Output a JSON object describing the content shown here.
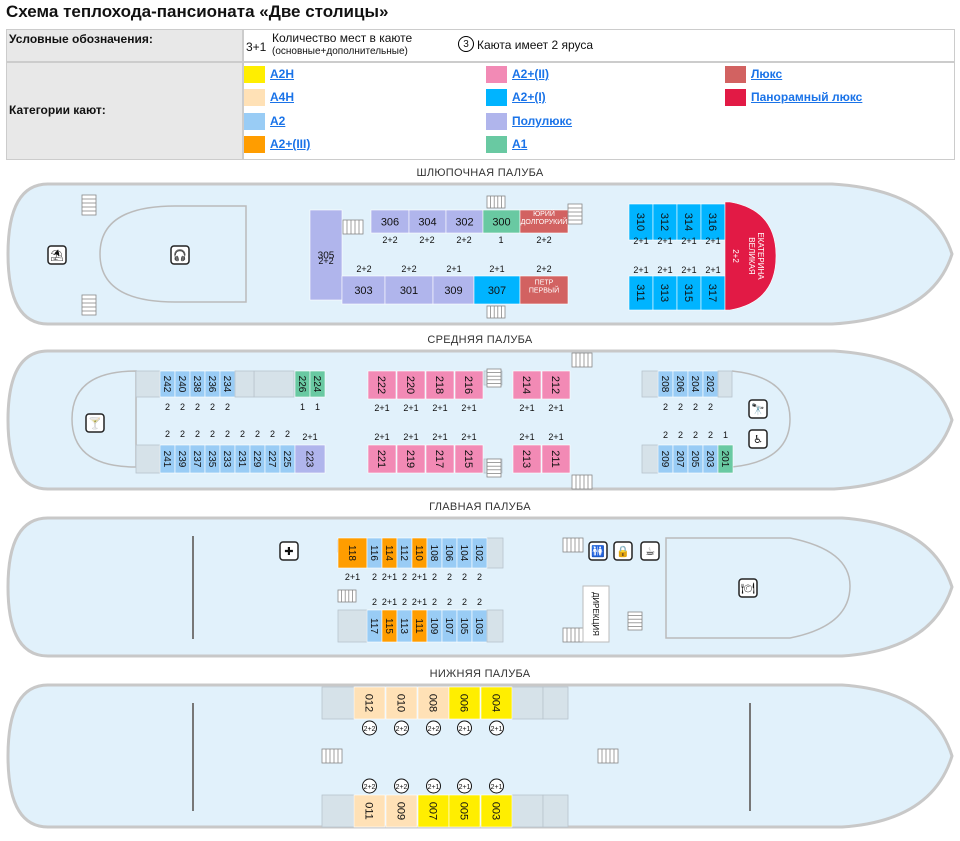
{
  "title": "Схема теплохода-пансионата «Две столицы»",
  "legend": {
    "label": "Условные обозначения:",
    "cap_example": "3+1",
    "cap_text": "Количество мест в каюте",
    "cap_sub": "(основные+дополнительные)",
    "tier_num": "3",
    "tier_text": "Каюта имеет 2 яруса",
    "cat_label": "Категории кают:",
    "categories": [
      {
        "name": "A2H",
        "color": "#ffee00"
      },
      {
        "name": "A4H",
        "color": "#ffe1b6"
      },
      {
        "name": "A2",
        "color": "#99ccf5"
      },
      {
        "name": "A2+(III)",
        "color": "#ff9d00"
      },
      {
        "name": "A2+(II)",
        "color": "#f28ab5"
      },
      {
        "name": "A2+(I)",
        "color": "#00b4ff"
      },
      {
        "name": "Полулюкс",
        "color": "#b0b5ec"
      },
      {
        "name": "A1",
        "color": "#69c9a2"
      },
      {
        "name": "Люкс",
        "color": "#d26261"
      },
      {
        "name": "Панорамный люкс",
        "color": "#e21a45"
      }
    ]
  },
  "decks": [
    {
      "name": "ШЛЮПОЧНАЯ ПАЛУБА",
      "cabins": [
        {
          "num": "305",
          "cat": "Полулюкс",
          "cap": "2+2"
        },
        {
          "num": "306",
          "cat": "Полулюкс",
          "cap": "2+2"
        },
        {
          "num": "304",
          "cat": "Полулюкс",
          "cap": "2+2"
        },
        {
          "num": "302",
          "cat": "Полулюкс",
          "cap": "2+2"
        },
        {
          "num": "300",
          "cat": "A1",
          "cap": "1"
        },
        {
          "num": "ЮРИЙ ДОЛГОРУКИЙ",
          "cat": "Люкс",
          "cap": "2+2"
        },
        {
          "num": "303",
          "cat": "Полулюкс",
          "cap": "2+2"
        },
        {
          "num": "301",
          "cat": "Полулюкс",
          "cap": "2+2"
        },
        {
          "num": "309",
          "cat": "Полулюкс",
          "cap": "2+1"
        },
        {
          "num": "307",
          "cat": "A2+(I)",
          "cap": "2+1"
        },
        {
          "num": "ПЕТР ПЕРВЫЙ",
          "cat": "Люкс",
          "cap": "2+2"
        },
        {
          "num": "310",
          "cat": "A2+(I)",
          "cap": "2+1"
        },
        {
          "num": "312",
          "cat": "A2+(I)",
          "cap": "2+1"
        },
        {
          "num": "314",
          "cat": "A2+(I)",
          "cap": "2+1"
        },
        {
          "num": "316",
          "cat": "A2+(I)",
          "cap": "2+1"
        },
        {
          "num": "311",
          "cat": "A2+(I)",
          "cap": "2+1"
        },
        {
          "num": "313",
          "cat": "A2+(I)",
          "cap": "2+1"
        },
        {
          "num": "315",
          "cat": "A2+(I)",
          "cap": "2+1"
        },
        {
          "num": "317",
          "cat": "A2+(I)",
          "cap": "2+1"
        },
        {
          "num": "ЕКАТЕРИНА ВЕЛИКАЯ",
          "cat": "Панорамный люкс",
          "cap": "2+2"
        }
      ]
    },
    {
      "name": "СРЕДНЯЯ ПАЛУБА",
      "cabins": [
        {
          "num": "242",
          "cat": "A2",
          "cap": "2"
        },
        {
          "num": "240",
          "cat": "A2",
          "cap": "2"
        },
        {
          "num": "238",
          "cat": "A2",
          "cap": "2"
        },
        {
          "num": "236",
          "cat": "A2",
          "cap": "2"
        },
        {
          "num": "234",
          "cat": "A2",
          "cap": "2"
        },
        {
          "num": "226",
          "cat": "A1",
          "cap": "1"
        },
        {
          "num": "224",
          "cat": "A1",
          "cap": "1"
        },
        {
          "num": "241",
          "cat": "A2",
          "cap": "2"
        },
        {
          "num": "239",
          "cat": "A2",
          "cap": "2"
        },
        {
          "num": "237",
          "cat": "A2",
          "cap": "2"
        },
        {
          "num": "235",
          "cat": "A2",
          "cap": "2"
        },
        {
          "num": "233",
          "cat": "A2",
          "cap": "2"
        },
        {
          "num": "231",
          "cat": "A2",
          "cap": "2"
        },
        {
          "num": "229",
          "cat": "A2",
          "cap": "2"
        },
        {
          "num": "227",
          "cat": "A2",
          "cap": "2"
        },
        {
          "num": "225",
          "cat": "A2",
          "cap": "2"
        },
        {
          "num": "223",
          "cat": "Полулюкс",
          "cap": "2+1"
        },
        {
          "num": "222",
          "cat": "A2+(II)",
          "cap": "2+1"
        },
        {
          "num": "220",
          "cat": "A2+(II)",
          "cap": "2+1"
        },
        {
          "num": "218",
          "cat": "A2+(II)",
          "cap": "2+1"
        },
        {
          "num": "216",
          "cat": "A2+(II)",
          "cap": "2+1"
        },
        {
          "num": "221",
          "cat": "A2+(II)",
          "cap": "2+1"
        },
        {
          "num": "219",
          "cat": "A2+(II)",
          "cap": "2+1"
        },
        {
          "num": "217",
          "cat": "A2+(II)",
          "cap": "2+1"
        },
        {
          "num": "215",
          "cat": "A2+(II)",
          "cap": "2+1"
        },
        {
          "num": "214",
          "cat": "A2+(II)",
          "cap": "2+1"
        },
        {
          "num": "212",
          "cat": "A2+(II)",
          "cap": "2+1"
        },
        {
          "num": "213",
          "cat": "A2+(II)",
          "cap": "2+1"
        },
        {
          "num": "211",
          "cat": "A2+(II)",
          "cap": "2+1"
        },
        {
          "num": "208",
          "cat": "A2",
          "cap": "2"
        },
        {
          "num": "206",
          "cat": "A2",
          "cap": "2"
        },
        {
          "num": "204",
          "cat": "A2",
          "cap": "2"
        },
        {
          "num": "202",
          "cat": "A2",
          "cap": "2"
        },
        {
          "num": "209",
          "cat": "A2",
          "cap": "2"
        },
        {
          "num": "207",
          "cat": "A2",
          "cap": "2"
        },
        {
          "num": "205",
          "cat": "A2",
          "cap": "2"
        },
        {
          "num": "203",
          "cat": "A2",
          "cap": "2"
        },
        {
          "num": "201",
          "cat": "A1",
          "cap": "1"
        }
      ]
    },
    {
      "name": "ГЛАВНАЯ ПАЛУБА",
      "office_label": "ДИРЕКЦИЯ",
      "cabins": [
        {
          "num": "118",
          "cat": "A2+(III)",
          "cap": "2+1"
        },
        {
          "num": "116",
          "cat": "A2",
          "cap": "2"
        },
        {
          "num": "114",
          "cat": "A2+(III)",
          "cap": "2+1"
        },
        {
          "num": "112",
          "cat": "A2",
          "cap": "2"
        },
        {
          "num": "110",
          "cat": "A2+(III)",
          "cap": "2+1"
        },
        {
          "num": "108",
          "cat": "A2",
          "cap": "2"
        },
        {
          "num": "106",
          "cat": "A2",
          "cap": "2"
        },
        {
          "num": "104",
          "cat": "A2",
          "cap": "2"
        },
        {
          "num": "102",
          "cat": "A2",
          "cap": "2"
        },
        {
          "num": "117",
          "cat": "A2",
          "cap": "2"
        },
        {
          "num": "115",
          "cat": "A2+(III)",
          "cap": "2+1"
        },
        {
          "num": "113",
          "cat": "A2",
          "cap": "2"
        },
        {
          "num": "111",
          "cat": "A2+(III)",
          "cap": "2+1"
        },
        {
          "num": "109",
          "cat": "A2",
          "cap": "2"
        },
        {
          "num": "107",
          "cat": "A2",
          "cap": "2"
        },
        {
          "num": "105",
          "cat": "A2",
          "cap": "2"
        },
        {
          "num": "103",
          "cat": "A2",
          "cap": "2"
        }
      ]
    },
    {
      "name": "НИЖНЯЯ ПАЛУБА",
      "cabins": [
        {
          "num": "012",
          "cat": "A4H",
          "cap": "2+2"
        },
        {
          "num": "010",
          "cat": "A4H",
          "cap": "2+2"
        },
        {
          "num": "008",
          "cat": "A4H",
          "cap": "2+2"
        },
        {
          "num": "006",
          "cat": "A2H",
          "cap": "2+1"
        },
        {
          "num": "004",
          "cat": "A2H",
          "cap": "2+1"
        },
        {
          "num": "011",
          "cat": "A4H",
          "cap": "2+2"
        },
        {
          "num": "009",
          "cat": "A4H",
          "cap": "2+2"
        },
        {
          "num": "007",
          "cat": "A2H",
          "cap": "2+1"
        },
        {
          "num": "005",
          "cat": "A2H",
          "cap": "2+1"
        },
        {
          "num": "003",
          "cat": "A2H",
          "cap": "2+1"
        }
      ]
    }
  ]
}
